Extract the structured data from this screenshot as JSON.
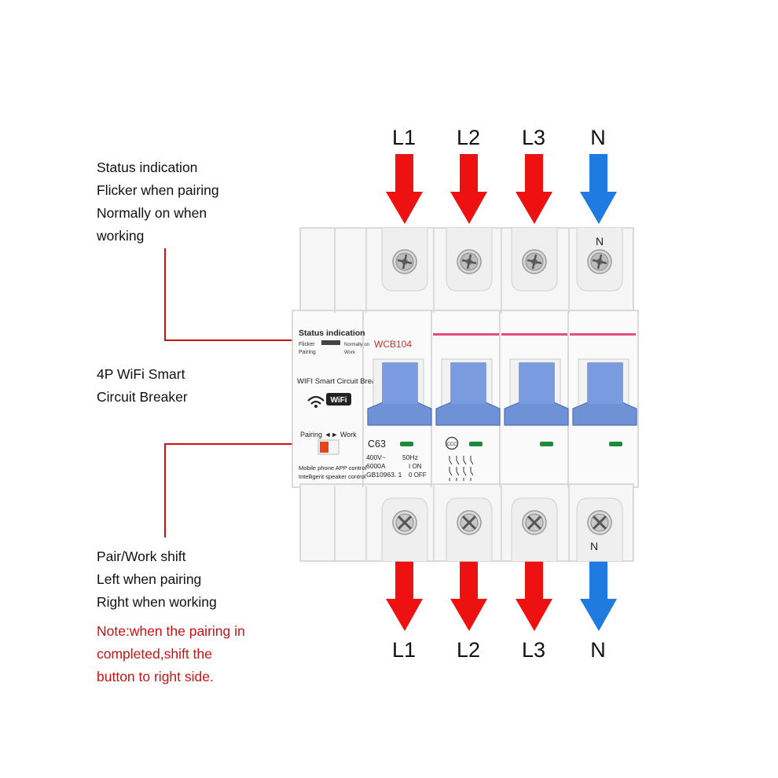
{
  "annotations": {
    "status": [
      "Status indication",
      "Flicker when pairing",
      "Normally on when",
      "working"
    ],
    "product": [
      "4P WiFi Smart",
      "Circuit Breaker"
    ],
    "switch": [
      "Pair/Work shift",
      "Left when pairing",
      "Right when working"
    ],
    "note": [
      "Note:when the pairing in",
      "completed,shift the",
      "button to right side."
    ]
  },
  "phases_top": [
    "L1",
    "L2",
    "L3",
    "N"
  ],
  "phases_bottom": [
    "L1",
    "L2",
    "L3",
    "N"
  ],
  "terminal_n_label": "N",
  "module": {
    "status_title": "Status indication",
    "flicker": "Flicker",
    "pairing": "Pairing",
    "normally_on": "Normally on",
    "work_small": "Work",
    "title": "WIFI Smart Circuit Breaker",
    "wifi_badge": "WiFi",
    "switch_label": "Pairing ◄► Work",
    "line1": "Mobile phone APP control",
    "line2": "Intelligent speaker control"
  },
  "breaker": {
    "model": "WCB104",
    "rating": "C63",
    "voltage": "400V~",
    "freq": "50Hz",
    "capacity": "6000A",
    "on_label": "I ON",
    "standard": "GB10963. 1",
    "off_label": "0 OFF",
    "cert": "CCC"
  },
  "colors": {
    "phase_arrow": "#ee1111",
    "neutral_arrow": "#1f7be0",
    "leader_line": "#cc1111",
    "handle": "#6f92d6",
    "housing": "#f7f7f7",
    "indicator": "#1e8a3c"
  }
}
